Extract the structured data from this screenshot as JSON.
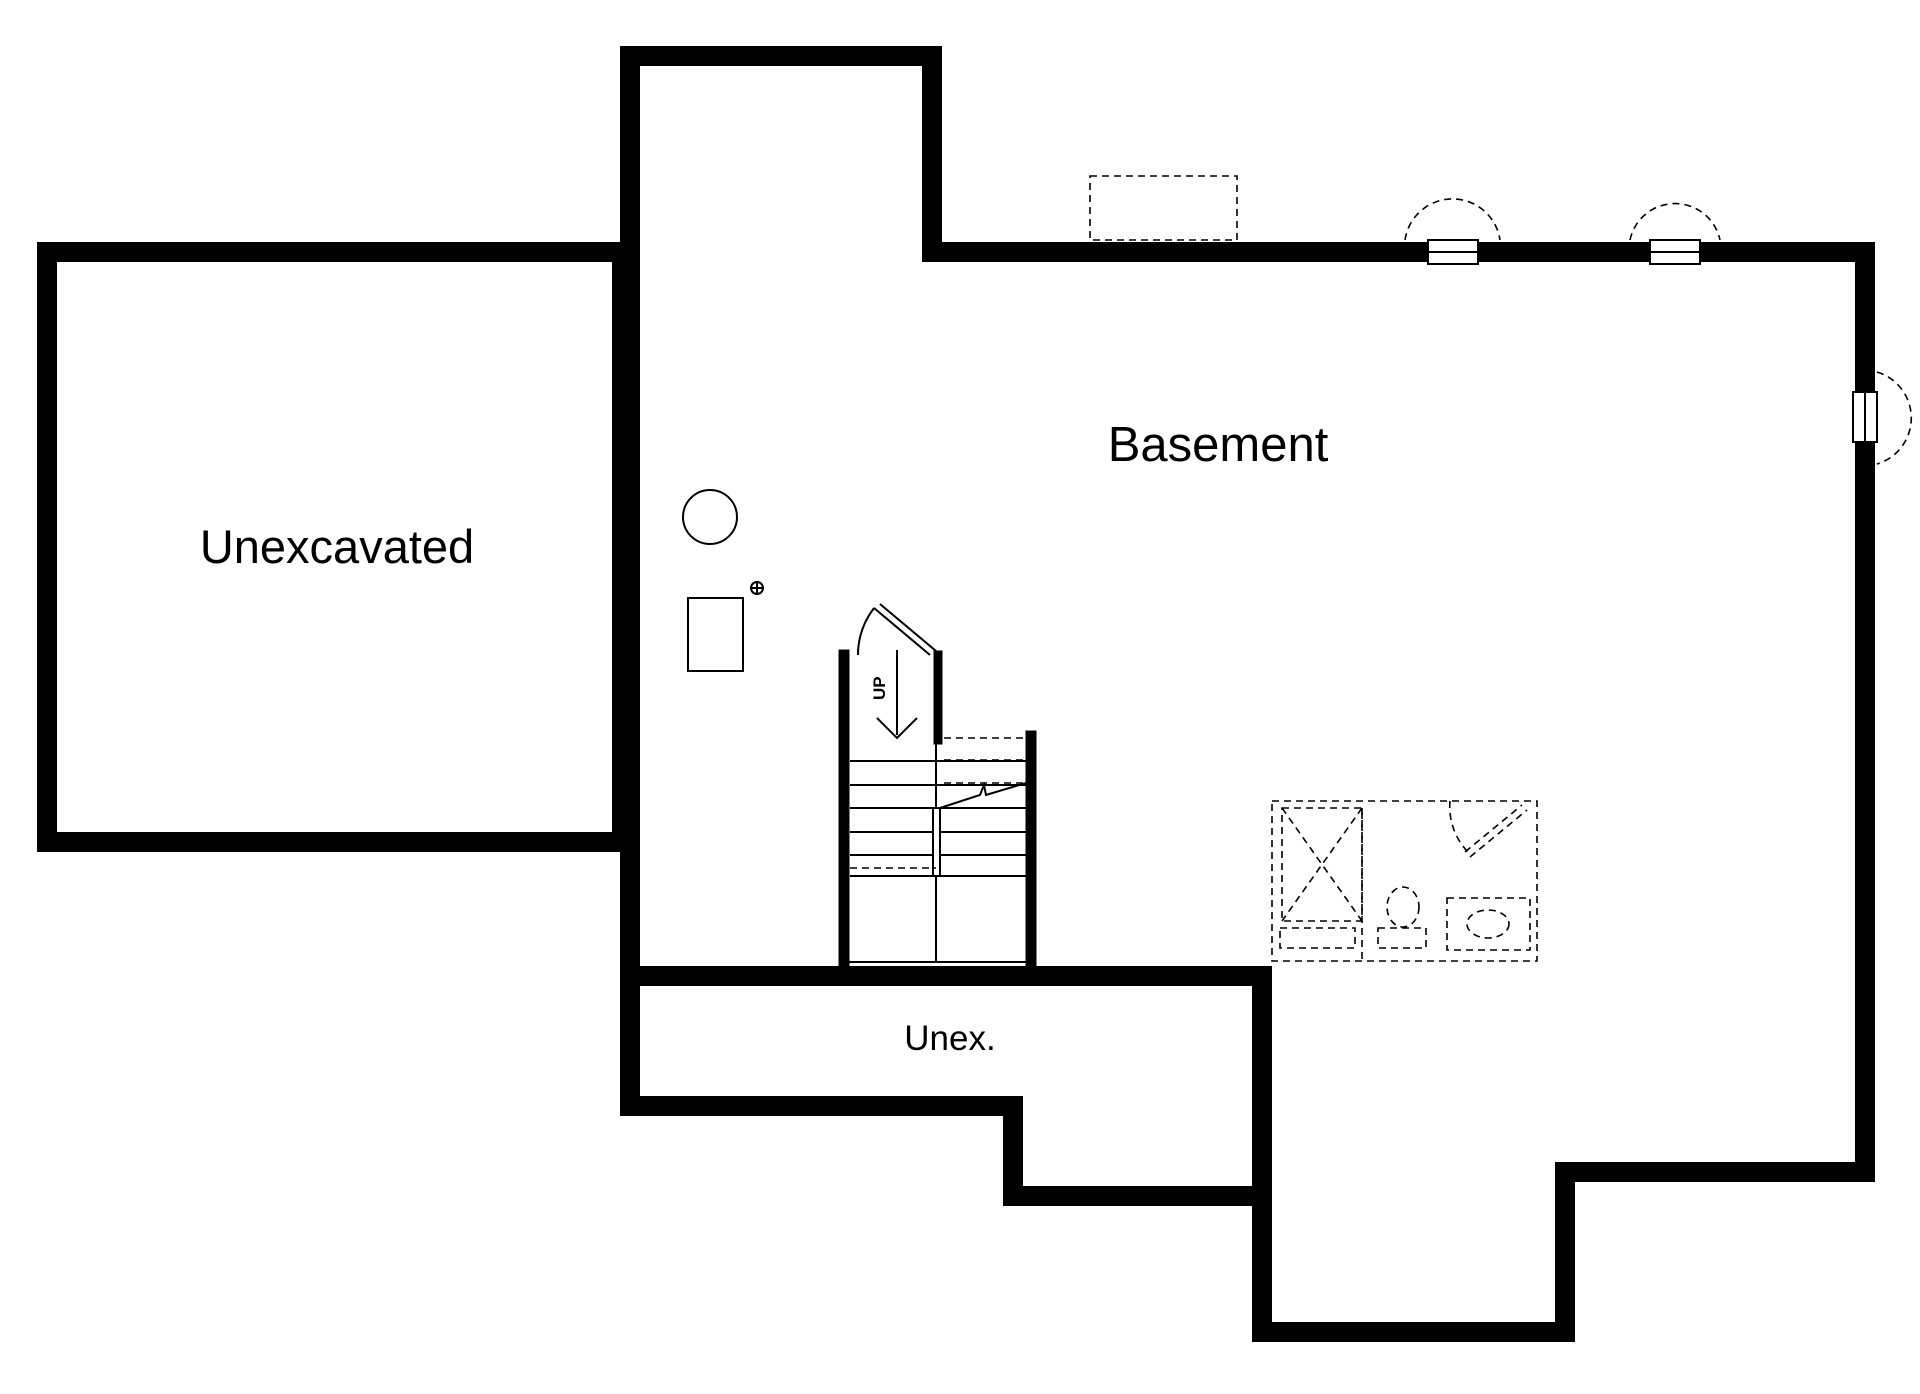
{
  "rooms": {
    "unexcavated_large": "Unexcavated",
    "basement": "Basement",
    "unexcavated_small": "Unex."
  },
  "stairs": {
    "direction_label": "UP"
  },
  "colors": {
    "wall": "#000000",
    "background": "#ffffff"
  }
}
